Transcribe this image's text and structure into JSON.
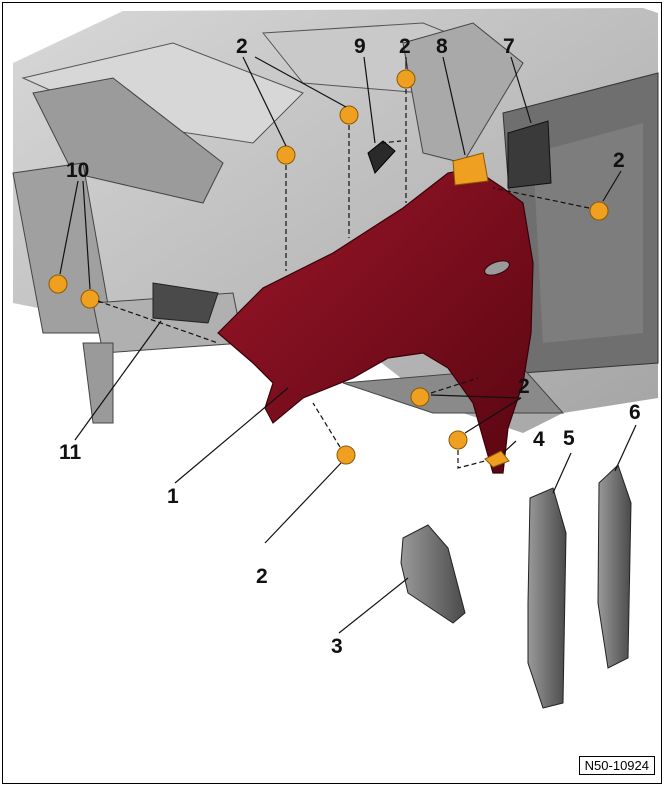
{
  "diagram": {
    "reference_code": "N50-10924",
    "callouts": {
      "c1": "1",
      "c2a": "2",
      "c2b": "2",
      "c2c": "2",
      "c2d": "2",
      "c2e": "2",
      "c3": "3",
      "c4": "4",
      "c5": "5",
      "c6": "6",
      "c7": "7",
      "c8": "8",
      "c9": "9",
      "c10": "10",
      "c11": "11"
    },
    "colors": {
      "fender": "#7a0d1c",
      "bolt": "#f0a020",
      "body_shell": "#8a8a8a",
      "seal_parts": "#6e6e6e"
    }
  }
}
